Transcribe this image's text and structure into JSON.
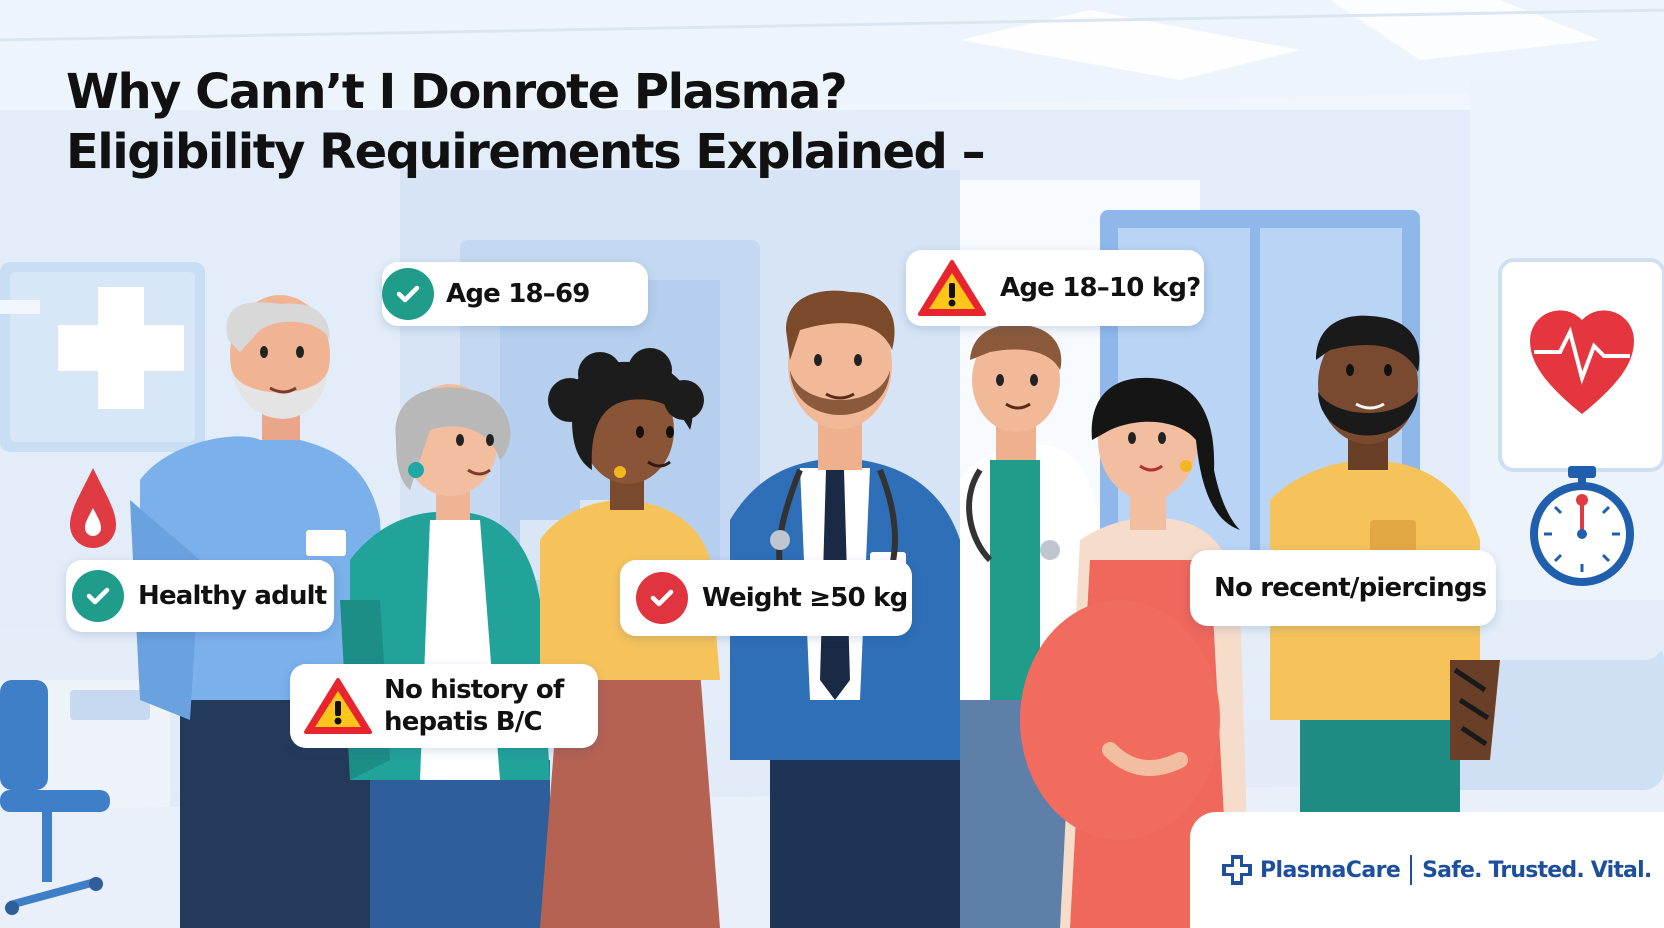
{
  "title": {
    "line1": "Why Cann’t I Donrote Plasma?",
    "line2": "Eligibility Requirements Explained –"
  },
  "badges": {
    "age": {
      "text": "Age 18–69",
      "icon": "check-icon"
    },
    "age_weight": {
      "text": "Age 18–10 kg?",
      "icon": "warning-icon"
    },
    "healthy": {
      "text": "Healthy adult",
      "icon": "check-icon"
    },
    "weight": {
      "text": "Weight ≥50 kg",
      "icon": "check-icon"
    },
    "piercings": {
      "text": "No recent/piercings"
    },
    "hepatitis": {
      "line1": "No history of",
      "line2": "hepatis B/C",
      "icon": "warning-icon"
    }
  },
  "logo": {
    "name": "PlasmaCare",
    "tagline": "Safe. Trusted. Vital.",
    "icon": "medical-cross-icon"
  },
  "colors": {
    "teal_check": "#1f9d8a",
    "red_check": "#e0343f",
    "warning_fill": "#e8252e",
    "warning_inner": "#ffc61a",
    "brand_blue": "#1d4f9c"
  }
}
